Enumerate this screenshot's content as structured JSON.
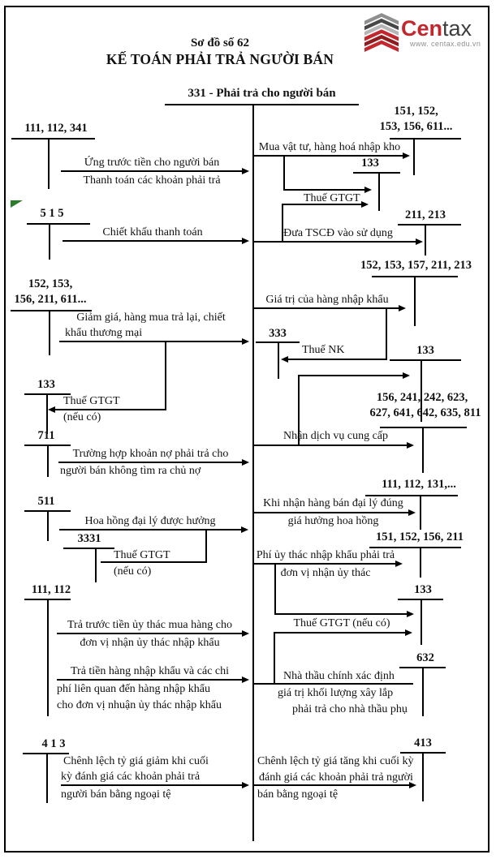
{
  "header": {
    "scheme_no": "Sơ đồ số 62",
    "title": "KẾ TOÁN PHẢI TRẢ NGƯỜI BÁN",
    "account_331": "331 - Phải trả cho người bán"
  },
  "logo": {
    "brand_primary": "Cen",
    "brand_secondary": "tax",
    "website": "www. centax.edu.vn"
  },
  "accounts": {
    "l1": "111, 112, 341",
    "l2": "5 1 5",
    "l3_line1": "152, 153,",
    "l3_line2": "156, 211, 611...",
    "l4": "133",
    "l5": "711",
    "l6": "511",
    "l7": "3331",
    "l8": "111, 112",
    "l9": "4 1 3",
    "r1_line1": "151, 152,",
    "r1_line2": "153, 156, 611...",
    "r2": "133",
    "r3": "211, 213",
    "r4": "152, 153, 157, 211, 213",
    "r5": "333",
    "r6": "133",
    "r7_line1": "156, 241, 242, 623,",
    "r7_line2": "627, 641, 642, 635, 811",
    "r8": "111, 112, 131,...",
    "r9": "151, 152, 156, 211",
    "r10": "133",
    "r11": "632",
    "r12": "413"
  },
  "flows": {
    "advance_line1": "Ứng trước tiền cho người bán",
    "advance_line2": "Thanh toán các khoản phải trả",
    "discount": "Chiết khấu thanh toán",
    "reduction_line1": "Giảm giá, hàng mua trả lại, chiết",
    "reduction_line2": "khẩu thương mại",
    "vat_133": "Thuế GTGT",
    "vat_133_note": "(nếu có)",
    "no_creditor_line1": "Trường hợp khoản nợ phải trả cho",
    "no_creditor_line2": "người bán không tìm ra chủ nợ",
    "commission": "Hoa hồng đại lý được hưởng",
    "vat_3331": "Thuế GTGT",
    "vat_3331_note": "(nếu có)",
    "entrust_advance_line1": "Trả trước tiền ủy thác mua hàng cho",
    "entrust_advance_line2": "đơn vị nhận ủy thác nhập khẩu",
    "import_pay_line1": "Trả tiền hàng nhập khẩu và các chi",
    "import_pay_line2": "phí liên quan đến hàng nhập khẩu",
    "import_pay_line3": "cho đơn vị nhuận ủy thác nhập khẩu",
    "fx_down_line1": "Chênh lệch tỷ giá giảm khi cuối",
    "fx_down_line2": "kỳ đánh giá các khoản phải trả",
    "fx_down_line3": "người bán bằng ngoại tệ",
    "purchase": "Mua vật tư, hàng hoá nhập kho",
    "vat_right": "Thuế GTGT",
    "fixed_asset": "Đưa TSCĐ vào sử dụng",
    "import_value": "Giá trị của hàng nhập khẩu",
    "import_tax": "Thuế NK",
    "service": "Nhận dịch vụ cung cấp",
    "agency_line1": "Khi nhận hàng bán đại lý đúng",
    "agency_line2": "giá hưởng hoa hồng",
    "entrust_fee_line1": "Phí ủy thác nhập khẩu phải trả",
    "entrust_fee_line2": "đơn vị nhận ủy thác",
    "vat_entrust": "Thuế GTGT (nếu có)",
    "contractor_line1": "Nhà thầu chính xác định",
    "contractor_line2": "giá trị khối lượng xây lắp",
    "contractor_line3": "phải trả cho nhà thầu phụ",
    "fx_up_line1": "Chênh lệch tỷ giá tăng khi cuối kỳ",
    "fx_up_line2": "đánh giá các khoản phải trả người",
    "fx_up_line3": "bán bằng ngoại tệ"
  },
  "colors": {
    "line": "#000000",
    "brand_red": "#c1272d",
    "brand_gray": "#3d3d3d",
    "marker_green": "#2a7e2a"
  }
}
